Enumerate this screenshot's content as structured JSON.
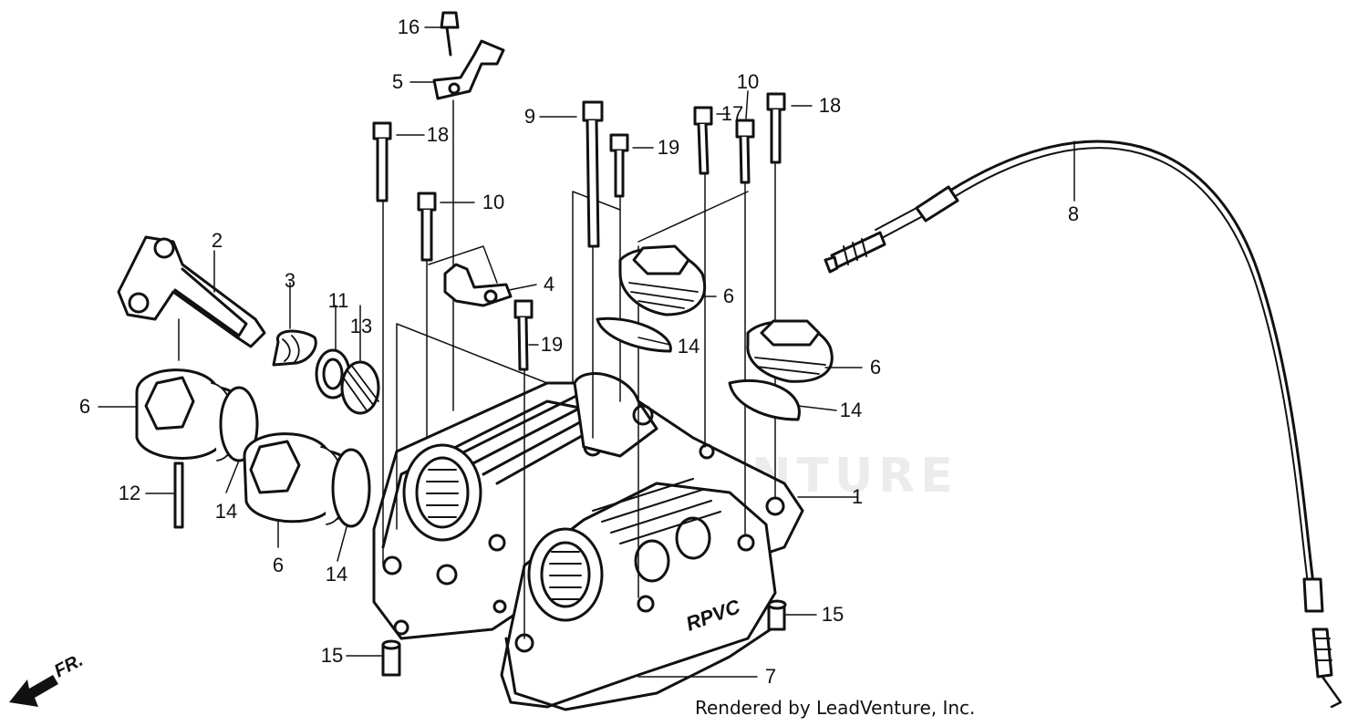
{
  "credit": "Rendered by LeadVenture, Inc.",
  "watermark": "LEADVENTURE",
  "orientation_label": "FR.",
  "cover_logo": "RPVC",
  "part_numbers": {
    "p1": "1",
    "p2": "2",
    "p3": "3",
    "p4": "4",
    "p5": "5",
    "p6a": "6",
    "p6b": "6",
    "p6c": "6",
    "p6d": "6",
    "p7": "7",
    "p8": "8",
    "p9": "9",
    "p10a": "10",
    "p10b": "10",
    "p11": "11",
    "p12": "12",
    "p13": "13",
    "p14a": "14",
    "p14b": "14",
    "p14c": "14",
    "p14d": "14",
    "p15a": "15",
    "p15b": "15",
    "p16": "16",
    "p17": "17",
    "p18a": "18",
    "p18b": "18",
    "p19a": "19",
    "p19b": "19"
  }
}
